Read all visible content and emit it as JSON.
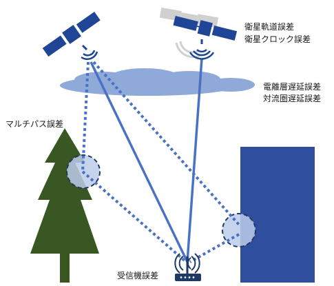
{
  "labels": {
    "satellite_errors": [
      "衛星軌道誤差",
      "衛星クロック誤差"
    ],
    "atmosphere_errors": [
      "電離層遅延誤差",
      "対流圏遅延誤差"
    ],
    "multipath_error": "マルチパス誤差",
    "receiver_error": "受信機誤差"
  },
  "colors": {
    "satellite_blue": "#1f4596",
    "satellite_gray": "#d0d0d0",
    "cloud": "#8fa9d9",
    "signal_line": "#4a72c4",
    "reflection_circle": "#bccbe9",
    "tree": "#385723",
    "building": "#2f4f9e",
    "receiver": "#1f3864"
  }
}
